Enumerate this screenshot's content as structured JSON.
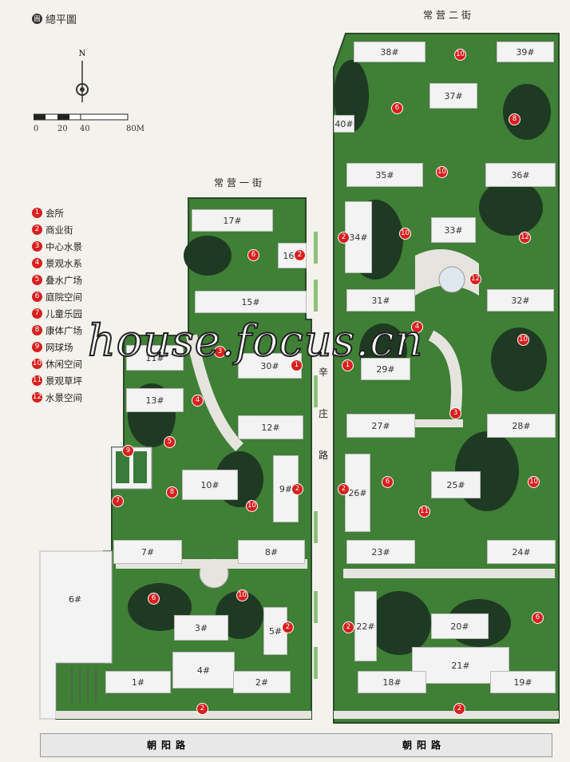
{
  "title": "總平圖",
  "title_icon": "圓",
  "north": "N",
  "scale": {
    "labels": [
      "0",
      "20",
      "40",
      "80M"
    ]
  },
  "streets": {
    "north_east": "常营二街",
    "north_west": "常营一街",
    "south_left": "朝阳路",
    "south_right": "朝阳路",
    "middle": "辛庄路"
  },
  "legend": [
    {
      "num": "1",
      "label": "会所"
    },
    {
      "num": "2",
      "label": "商业街"
    },
    {
      "num": "3",
      "label": "中心水景"
    },
    {
      "num": "4",
      "label": "景观水系"
    },
    {
      "num": "5",
      "label": "叠水广场"
    },
    {
      "num": "6",
      "label": "庭院空间"
    },
    {
      "num": "7",
      "label": "儿童乐园"
    },
    {
      "num": "8",
      "label": "康体广场"
    },
    {
      "num": "9",
      "label": "网球场"
    },
    {
      "num": "10",
      "label": "休闲空间"
    },
    {
      "num": "11",
      "label": "景观草坪"
    },
    {
      "num": "12",
      "label": "水景空间"
    }
  ],
  "buildings": {
    "b1": "1#",
    "b2": "2#",
    "b3": "3#",
    "b4": "4#",
    "b5": "5#",
    "b6": "6#",
    "b7": "7#",
    "b8": "8#",
    "b9": "9#",
    "b10": "10#",
    "b11": "11#",
    "b12": "12#",
    "b13": "13#",
    "b15": "15#",
    "b16": "16#",
    "b17": "17#",
    "b18": "18#",
    "b19": "19#",
    "b20": "20#",
    "b21": "21#",
    "b22": "22#",
    "b23": "23#",
    "b24": "24#",
    "b25": "25#",
    "b26": "26#",
    "b27": "27#",
    "b28": "28#",
    "b29": "29#",
    "b30": "30#",
    "b31": "31#",
    "b32": "32#",
    "b33": "33#",
    "b34": "34#",
    "b35": "35#",
    "b36": "36#",
    "b37": "37#",
    "b38": "38#",
    "b39": "39#",
    "b40": "40#"
  },
  "markers": {
    "m1": "1",
    "m2": "2",
    "m3": "3",
    "m4": "4",
    "m5": "5",
    "m6": "6",
    "m7": "7",
    "m8": "8",
    "m9": "9",
    "m10": "10",
    "m11": "11",
    "m12": "12"
  },
  "watermark": "house.focus.cn",
  "colors": {
    "green": "#4e9a3a",
    "dark_green": "#1f3a22",
    "paving": "#e6e4de",
    "marker_red": "#d91f1f"
  }
}
